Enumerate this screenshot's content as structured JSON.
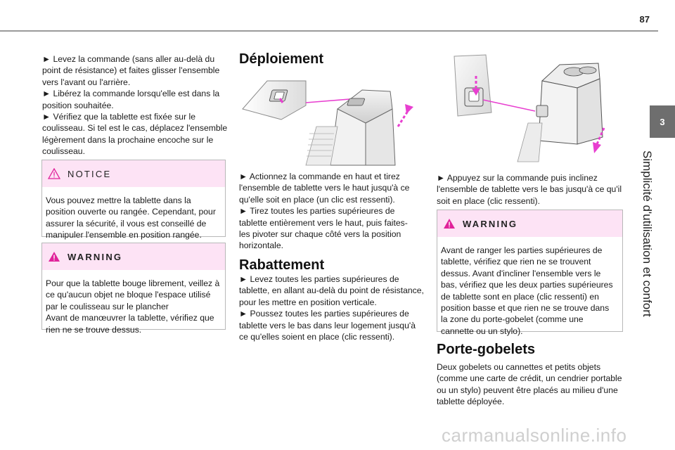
{
  "page": {
    "number": "87"
  },
  "side": {
    "tab": "3",
    "chapter_title": "Simplicité d'utilisation et confort"
  },
  "col1": {
    "intro_lines": [
      "► Levez la commande (sans aller au-delà du",
      "point de résistance) et faites glisser l'ensemble",
      "vers l'avant ou l'arrière.",
      "► Libérez la commande lorsqu'elle est dans la",
      "position souhaitée.",
      "► Vérifiez que la tablette est fixée sur le",
      "coulisseau. Si tel est le cas, déplacez l'ensemble",
      "légèrement dans la prochaine encoche sur le",
      "coulisseau."
    ],
    "notice": {
      "label": "NOTICE",
      "lines": [
        "Vous pouvez mettre la tablette dans la",
        "position ouverte ou rangée. Cependant, pour",
        "assurer la sécurité, il vous est conseillé de",
        "manipuler l'ensemble en position rangée."
      ]
    },
    "warning": {
      "label": "WARNING",
      "lines": [
        "Pour que la tablette bouge librement, veillez à",
        "ce qu'aucun objet ne bloque l'espace utilisé",
        "par le coulisseau sur le plancher",
        "Avant de manœuvrer la tablette, vérifiez que",
        "rien ne se trouve dessus."
      ]
    }
  },
  "col2": {
    "deploiement": {
      "title": "Déploiement",
      "lines": [
        "► Actionnez la commande en haut et tirez",
        "l'ensemble de tablette vers le haut jusqu'à ce",
        "qu'elle soit en place (un clic est ressenti).",
        "► Tirez toutes les parties supérieures de",
        "tablette entièrement vers le haut, puis faites-",
        "les pivoter sur chaque côté vers la position",
        "horizontale."
      ]
    },
    "rabattement": {
      "title": "Rabattement",
      "lines": [
        "► Levez toutes les parties supérieures de",
        "tablette, en allant au-delà du point de résistance,",
        "pour les mettre en position verticale.",
        "► Poussez toutes les parties supérieures de",
        "tablette vers le bas dans leur logement jusqu'à",
        "ce qu'elles soient en place (clic ressenti)."
      ]
    }
  },
  "col3": {
    "fig_lines": [
      "► Appuyez sur la commande puis inclinez",
      "l'ensemble de tablette vers le bas jusqu'à ce qu'il",
      "soit en place (clic ressenti)."
    ],
    "warning": {
      "label": "WARNING",
      "lines": [
        "Avant de ranger les parties supérieures de",
        "tablette, vérifiez que rien ne se trouvent",
        "dessus. Avant d'incliner l'ensemble vers le",
        "bas, vérifiez que les deux parties supérieures",
        "de tablette sont en place (clic ressenti) en",
        "position basse et que rien ne se trouve dans",
        "la zone du porte-gobelet (comme une",
        "cannette ou un stylo)."
      ]
    },
    "porte_gobelets": {
      "title": "Porte-gobelets",
      "lines": [
        "Deux gobelets ou cannettes et petits objets",
        "(comme une carte de crédit, un cendrier portable",
        "ou un stylo) peuvent être placés au milieu d'une",
        "tablette déployée."
      ]
    }
  },
  "watermark": {
    "text": "carmanualsonline.info"
  },
  "colors": {
    "accent_magenta": "#e83fd0",
    "callout_bg": "#fde3f5",
    "warning_icon": "#e0229a",
    "tab_gray": "#6e6e6e"
  }
}
